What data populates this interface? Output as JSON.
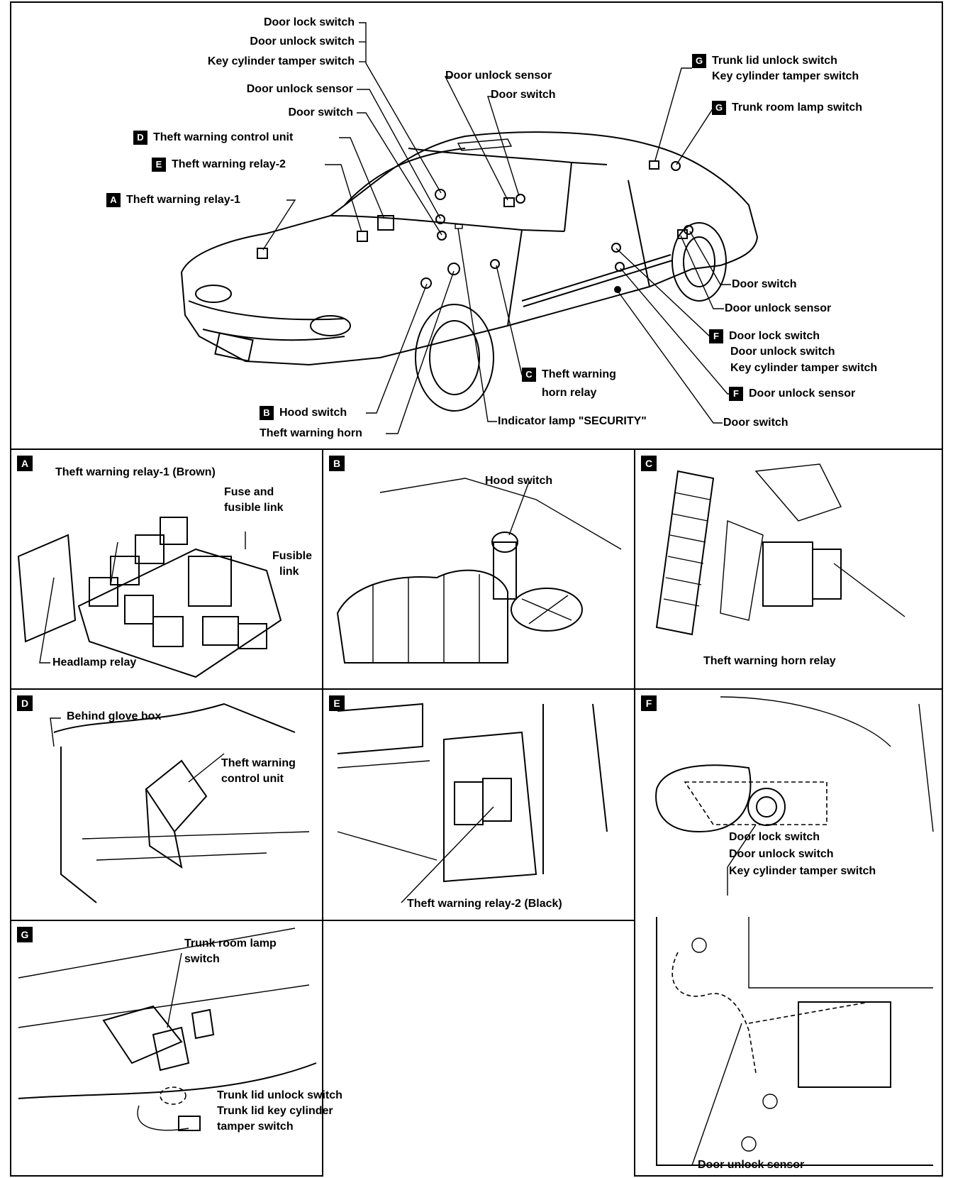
{
  "overview": {
    "left_labels": [
      {
        "text": "Door lock switch",
        "badge": ""
      },
      {
        "text": "Door unlock switch",
        "badge": ""
      },
      {
        "text": "Key cylinder tamper switch",
        "badge": ""
      },
      {
        "text": "Door unlock sensor",
        "badge": ""
      },
      {
        "text": "Door switch",
        "badge": ""
      },
      {
        "text": "Theft warning control unit",
        "badge": "D"
      },
      {
        "text": "Theft warning relay-2",
        "badge": "E"
      },
      {
        "text": "Theft warning relay-1",
        "badge": "A"
      }
    ],
    "center_labels": [
      "Door unlock sensor",
      "Door switch"
    ],
    "trunk_labels": {
      "badge_1": "G",
      "line_1a": "Trunk lid unlock switch",
      "line_1b": "Key cylinder tamper switch",
      "badge_2": "G",
      "line_2": "Trunk room lamp switch"
    },
    "right_labels": {
      "door_switch_1": "Door switch",
      "door_unlock_sensor_1": "Door unlock sensor",
      "badge_f1": "F",
      "f_line_1": "Door lock switch",
      "f_line_2": "Door unlock switch",
      "f_line_3": "Key cylinder tamper switch",
      "badge_f2": "F",
      "door_unlock_sensor_2": "Door unlock sensor",
      "door_switch_2": "Door switch"
    },
    "bottom_labels": {
      "badge_c": "C",
      "horn_relay_1": "Theft warning",
      "horn_relay_2": "horn relay",
      "badge_b": "B",
      "hood_switch": "Hood switch",
      "horn": "Theft warning horn",
      "indicator": "Indicator lamp \"SECURITY\""
    }
  },
  "panels": {
    "A": {
      "badge": "A",
      "relay1": "Theft warning relay-1 (Brown)",
      "fuse1": "Fuse and",
      "fuse2": "fusible link",
      "link1": "Fusible",
      "link2": "link",
      "headlamp": "Headlamp relay"
    },
    "B": {
      "badge": "B",
      "hood": "Hood switch"
    },
    "C": {
      "badge": "C",
      "horn_relay": "Theft warning horn relay"
    },
    "D": {
      "badge": "D",
      "glove": "Behind glove box",
      "ctrl1": "Theft warning",
      "ctrl2": "control unit"
    },
    "E": {
      "badge": "E",
      "relay2": "Theft warning relay-2 (Black)"
    },
    "F": {
      "badge": "F",
      "lock": "Door lock switch",
      "unlock": "Door unlock switch",
      "tamper": "Key cylinder tamper switch",
      "sensor": "Door unlock sensor"
    },
    "G": {
      "badge": "G",
      "lamp1": "Trunk room lamp",
      "lamp2": "switch",
      "unlock": "Trunk lid unlock switch",
      "tamper1": "Trunk lid key cylinder",
      "tamper2": "tamper switch"
    }
  }
}
